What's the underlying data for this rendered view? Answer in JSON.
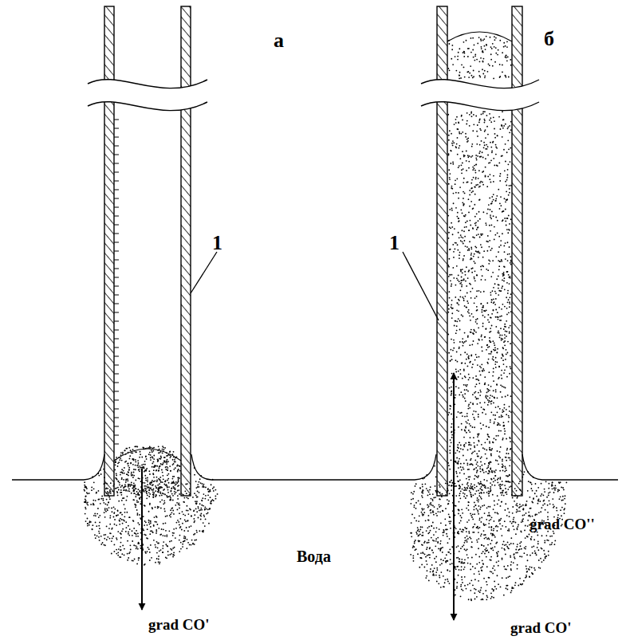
{
  "diagram": {
    "labels": [
      "а",
      "б",
      "1",
      "1",
      "Вода",
      "grad CO'",
      "grad CO''",
      "grad CO'"
    ]
  }
}
